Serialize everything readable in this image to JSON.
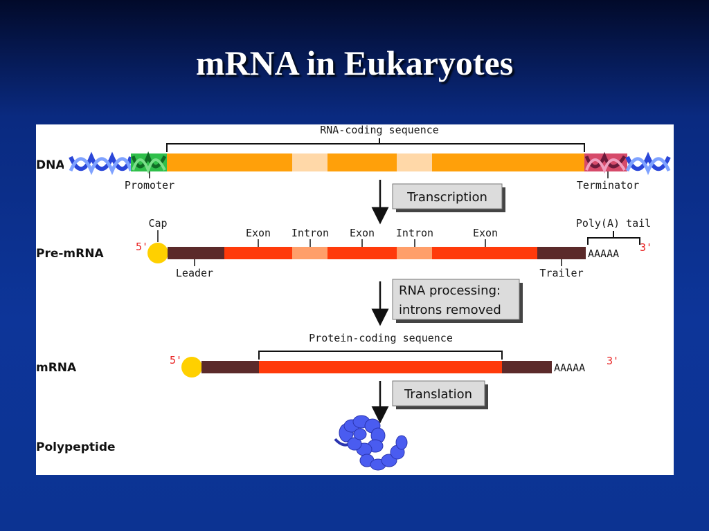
{
  "slide": {
    "title": "mRNA in Eukaryotes"
  },
  "diagram": {
    "rows": {
      "dna": "DNA",
      "pre_mrna": "Pre-mRNA",
      "mrna": "mRNA",
      "polypeptide": "Polypeptide"
    },
    "dna": {
      "rna_coding": "RNA-coding sequence",
      "promoter": "Promoter",
      "terminator": "Terminator"
    },
    "pre_mrna": {
      "cap": "Cap",
      "five_prime": "5'",
      "exon1": "Exon",
      "intron1": "Intron",
      "exon2": "Exon",
      "intron2": "Intron",
      "exon3": "Exon",
      "polya_tail": "Poly(A) tail",
      "tail_seq": "AAAAA",
      "three_prime": "3'",
      "leader": "Leader",
      "trailer": "Trailer"
    },
    "mrna": {
      "protein_coding": "Protein-coding sequence",
      "five_prime": "5'",
      "tail_seq": "AAAAA",
      "three_prime": "3'"
    },
    "steps": {
      "transcription": "Transcription",
      "processing_line1": "RNA processing:",
      "processing_line2": "introns removed",
      "translation": "Translation"
    },
    "colors": {
      "exon": "#ff3a0a",
      "intron": "#ff9f6a",
      "dna_coding": "#ffa00a",
      "dna_intron": "#ffd8a8",
      "utr": "#5b2a2a",
      "promoter": "#2fbf4a",
      "terminator": "#d64a6a",
      "cap": "#ffd000",
      "polypeptide": "#4a5cf0",
      "helix": "#2a46d8"
    }
  }
}
